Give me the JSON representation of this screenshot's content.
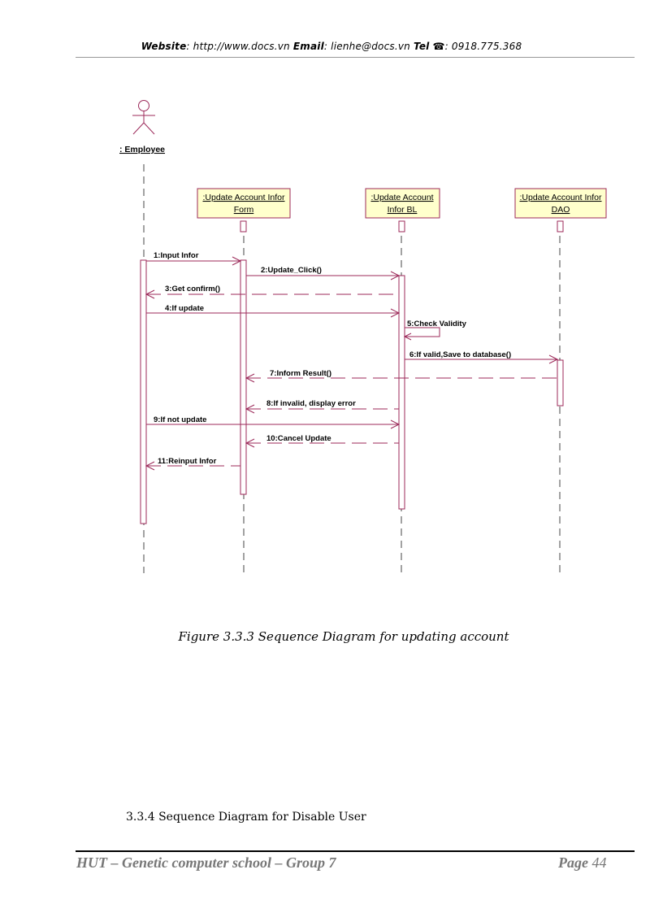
{
  "header": {
    "website_label": "Website",
    "website_value": ": http://www.docs.vn",
    "email_label": "Email",
    "email_value": ": lienhe@docs.vn",
    "tel_label": "Tel",
    "tel_icon": "☎",
    "tel_value": ": 0918.775.368"
  },
  "diagram": {
    "actor": ": Employee",
    "lifelines": [
      {
        "line1": ":Update Account Infor",
        "line2": "Form"
      },
      {
        "line1": ":Update Account",
        "line2": "Infor BL"
      },
      {
        "line1": ":Update Account Infor",
        "line2": "DAO"
      }
    ],
    "messages": [
      "1:Input Infor",
      "2:Update_Click()",
      "3:Get confirm()",
      "4:If update",
      "5:Check Validity",
      "6:If valid,Save to database()",
      "7:Inform Result()",
      "8:If invalid, display error",
      "9:If not update",
      "10:Cancel Update",
      "11:Reinput Infor"
    ],
    "color": "#9c2a5a"
  },
  "caption": "Figure 3.3.3 Sequence Diagram for updating account",
  "section_heading": "3.3.4 Sequence Diagram for Disable User",
  "footer": {
    "left": "HUT – Genetic computer school – Group 7",
    "page_label": "Page",
    "page_number": "44"
  }
}
